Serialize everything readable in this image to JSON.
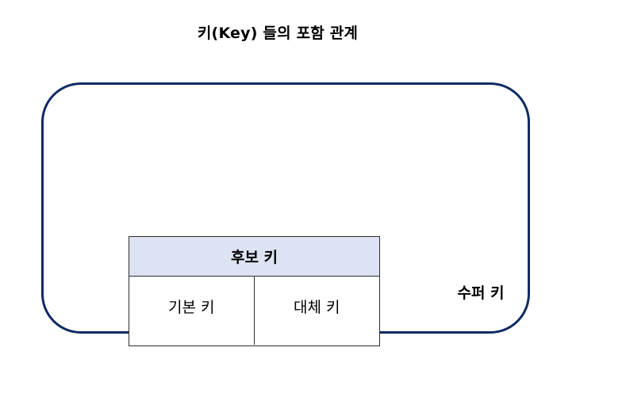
{
  "diagram": {
    "title": "키(Key) 들의 포함 관계",
    "background_color": "#ffffff",
    "outer_box": {
      "label": "수퍼 키",
      "border_color": "#102a63",
      "fill_color": "#ffffff"
    },
    "table": {
      "header": {
        "label": "후보 키",
        "fill_color": "#dce3f2"
      },
      "border_color": "#2f2f2f",
      "cells": [
        {
          "label": "기본 키"
        },
        {
          "label": "대체 키"
        }
      ]
    }
  }
}
